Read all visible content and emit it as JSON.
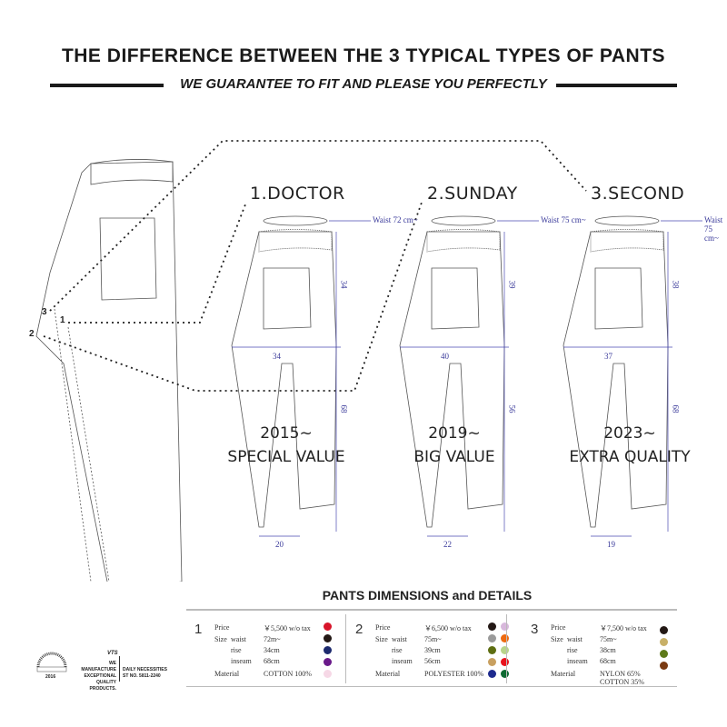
{
  "header": {
    "title": "THE DIFFERENCE BETWEEN THE 3 TYPICAL TYPES OF PANTS",
    "subtitle": "WE GUARANTEE TO FIT AND PLEASE YOU PERFECTLY"
  },
  "callouts": [
    "1",
    "2",
    "3"
  ],
  "models": [
    {
      "name": "1.DOCTOR",
      "waist": "Waist 72 cm~",
      "rise": "34",
      "hem_width": "34",
      "inseam": "68",
      "bottom": "20",
      "year": "2015~",
      "tagline": "SPECIAL VALUE"
    },
    {
      "name": "2.SUNDAY",
      "waist": "Waist 75 cm~",
      "rise": "39",
      "hem_width": "40",
      "inseam": "56",
      "bottom": "22",
      "year": "2019~",
      "tagline": "BIG VALUE"
    },
    {
      "name": "3.SECOND",
      "waist": "Waist 75 cm~",
      "rise": "38",
      "hem_width": "37",
      "inseam": "68",
      "bottom": "19",
      "year": "2023~",
      "tagline": "EXTRA QUALITY"
    }
  ],
  "table": {
    "title": "PANTS DIMENSIONS and DETAILS",
    "labels": {
      "price": "Price",
      "size": "Size",
      "waist": "waist",
      "rise": "rise",
      "inseam": "inseam",
      "material": "Material"
    },
    "items": [
      {
        "num": "1",
        "price": "￥5,500 w/o tax",
        "waist": "72m~",
        "rise": "34cm",
        "inseam": "68cm",
        "material": "COTTON 100%",
        "material2": "",
        "colors": [
          "#d8142a",
          "#231815",
          "#1d2a6e",
          "#6a1a8a",
          "#f6d8e6"
        ]
      },
      {
        "num": "2",
        "price": "￥6,500 w/o tax",
        "waist": "75m~",
        "rise": "39cm",
        "inseam": "56cm",
        "material": "POLYESTER 100%",
        "material2": "",
        "colors": [
          "#231815",
          "#d8b8dc",
          "#9a9a9a",
          "#ee6a10",
          "#5e6e12",
          "#b8d48a",
          "#c8a060",
          "#e8141e",
          "#1e2a8e",
          "#0e6a32"
        ]
      },
      {
        "num": "3",
        "price": "￥7,500 w/o tax",
        "waist": "75m~",
        "rise": "38cm",
        "inseam": "68cm",
        "material": "NYLON 65%",
        "material2": "COTTON 35%",
        "colors": [
          "#231815",
          "#c8b068",
          "#5e7a1a",
          "#7a3a12"
        ]
      }
    ]
  },
  "footer": {
    "brand": "VTS",
    "logo_text": "2016",
    "line1": "WE MANUFACTURE",
    "line2": "EXCEPTIONAL",
    "line3": "QUALITY PRODUCTS.",
    "line4": "DAILY NECESSITIES",
    "line5": "ST NO. 5811-2240"
  }
}
